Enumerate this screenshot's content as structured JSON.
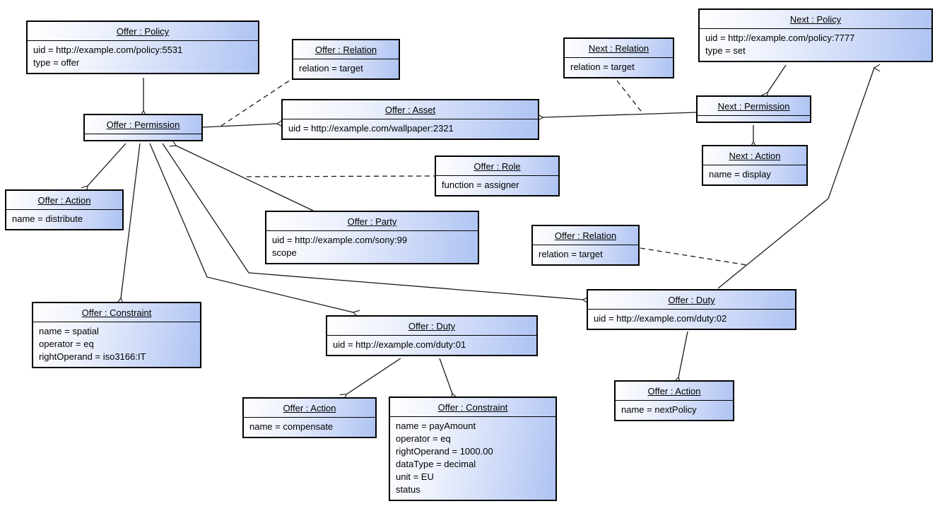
{
  "diagram": {
    "kind": "UML object diagram (ODRL offer policy example)",
    "colors": {
      "node_fill_light": "#ffffff",
      "node_fill_blue": "#aec3f2",
      "node_border": "#000000",
      "edge_stroke": "#1a1a1a",
      "background": "#ffffff"
    }
  },
  "nodes": {
    "offer_policy": {
      "title": "Offer : Policy",
      "attrs": [
        "uid = http://example.com/policy:5531",
        "type = offer"
      ]
    },
    "offer_relation_1": {
      "title": "Offer : Relation",
      "attrs": [
        "relation = target"
      ]
    },
    "offer_asset": {
      "title": "Offer : Asset",
      "attrs": [
        "uid = http://example.com/wallpaper:2321"
      ]
    },
    "offer_permission": {
      "title": "Offer : Permission",
      "attrs": []
    },
    "next_relation": {
      "title": "Next : Relation",
      "attrs": [
        "relation = target"
      ]
    },
    "next_policy": {
      "title": "Next : Policy",
      "attrs": [
        "uid = http://example.com/policy:7777",
        "type = set"
      ]
    },
    "next_permission": {
      "title": "Next : Permission",
      "attrs": []
    },
    "next_action": {
      "title": "Next : Action",
      "attrs": [
        "name = display"
      ]
    },
    "offer_role": {
      "title": "Offer : Role",
      "attrs": [
        "function = assigner"
      ]
    },
    "offer_action_distribute": {
      "title": "Offer : Action",
      "attrs": [
        "name = distribute"
      ]
    },
    "offer_party": {
      "title": "Offer : Party",
      "attrs": [
        "uid = http://example.com/sony:99",
        "scope"
      ]
    },
    "offer_relation_2": {
      "title": "Offer : Relation",
      "attrs": [
        "relation = target"
      ]
    },
    "offer_constraint_spatial": {
      "title": "Offer : Constraint",
      "attrs": [
        "name = spatial",
        "operator = eq",
        "rightOperand = iso3166:IT"
      ]
    },
    "offer_duty_01": {
      "title": "Offer : Duty",
      "attrs": [
        "uid = http://example.com/duty:01"
      ]
    },
    "offer_duty_02": {
      "title": "Offer : Duty",
      "attrs": [
        "uid = http://example.com/duty:02"
      ]
    },
    "offer_action_compensate": {
      "title": "Offer : Action",
      "attrs": [
        "name = compensate"
      ]
    },
    "offer_constraint_payamount": {
      "title": "Offer : Constraint",
      "attrs": [
        "name = payAmount",
        "operator = eq",
        "rightOperand = 1000.00",
        "dataType = decimal",
        "unit = EU",
        "status"
      ]
    },
    "offer_action_nextpolicy": {
      "title": "Offer : Action",
      "attrs": [
        "name = nextPolicy"
      ]
    }
  },
  "edges": [
    {
      "from": "offer_policy",
      "to": "offer_permission",
      "style": "solid-arrow"
    },
    {
      "from": "offer_permission",
      "to": "offer_asset",
      "style": "solid-arrow"
    },
    {
      "from": "offer_permission",
      "to": "offer_action_distribute",
      "style": "solid-arrow"
    },
    {
      "from": "offer_permission",
      "to": "offer_constraint_spatial",
      "style": "solid-arrow"
    },
    {
      "from": "offer_permission",
      "to": "offer_duty_01",
      "style": "solid-arrow"
    },
    {
      "from": "offer_permission",
      "to": "offer_duty_02",
      "style": "solid-arrow"
    },
    {
      "from": "offer_party",
      "to": "offer_permission",
      "style": "solid-arrow"
    },
    {
      "from": "next_policy",
      "to": "next_permission",
      "style": "solid-arrow"
    },
    {
      "from": "next_permission",
      "to": "offer_asset",
      "style": "solid-arrow"
    },
    {
      "from": "next_permission",
      "to": "next_action",
      "style": "solid-arrow"
    },
    {
      "from": "offer_duty_02",
      "to": "next_policy",
      "style": "solid-arrow"
    },
    {
      "from": "offer_duty_01",
      "to": "offer_action_compensate",
      "style": "solid-arrow"
    },
    {
      "from": "offer_duty_01",
      "to": "offer_constraint_payamount",
      "style": "solid-arrow"
    },
    {
      "from": "offer_duty_02",
      "to": "offer_action_nextpolicy",
      "style": "solid-arrow"
    },
    {
      "from": "offer_relation_1",
      "to": "link(offer_permission-offer_asset)",
      "style": "dashed"
    },
    {
      "from": "offer_role",
      "to": "link(offer_party-offer_permission)",
      "style": "dashed"
    },
    {
      "from": "next_relation",
      "to": "link(next_permission-offer_asset)",
      "style": "dashed"
    },
    {
      "from": "offer_relation_2",
      "to": "link(offer_duty_02-next_policy)",
      "style": "dashed"
    }
  ]
}
